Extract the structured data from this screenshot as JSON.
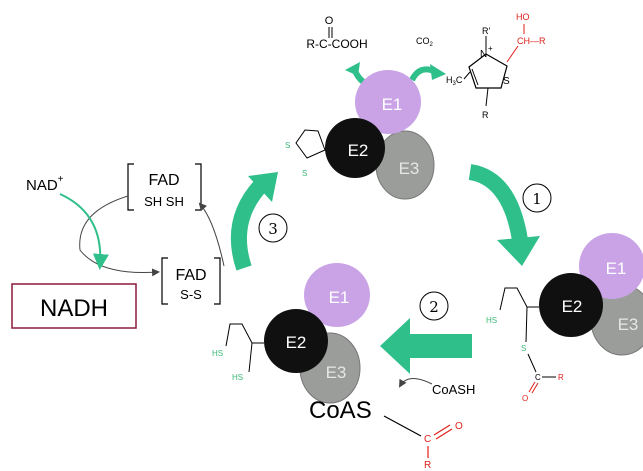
{
  "colors": {
    "green": "#3cb878",
    "arrow_green": "#2fbf8a",
    "e1": "#c9a3e6",
    "e2": "#101010",
    "e3": "#9a9d9a",
    "red": "#e0201b",
    "nadh_border": "#8a1a3a"
  },
  "enzymes": {
    "e1": "E1",
    "e2": "E2",
    "e3": "E3"
  },
  "steps": [
    "1",
    "2",
    "3"
  ],
  "top": {
    "pyruvate_o": "O",
    "pyruvate": "R-C-COOH",
    "co2": "CO",
    "co2_sub": "2",
    "tpp_n": "N",
    "tpp_n_plus": "+",
    "tpp_r1": "R'",
    "tpp_s": "S",
    "tpp_h3c": "H",
    "tpp_h3c_sub": "3",
    "tpp_h3c_c": "C",
    "tpp_r": "R",
    "ho": "HO",
    "ch_r": "CH—R",
    "lipoamide_s1": "S",
    "lipoamide_s2": "S"
  },
  "left": {
    "nad": "NAD",
    "nad_sup": "+",
    "nadh": "NADH",
    "fad_top": "FAD",
    "sh_sh": "SH SH",
    "fad_bottom": "FAD",
    "s_s": "S-S"
  },
  "right": {
    "hs": "HS",
    "s": "S",
    "c": "C",
    "o": "O",
    "r": "R"
  },
  "bottom": {
    "hs1": "HS",
    "hs2": "HS",
    "coash": "CoASH",
    "coas": "CoAS",
    "c": "C",
    "o": "O",
    "r": "R"
  }
}
